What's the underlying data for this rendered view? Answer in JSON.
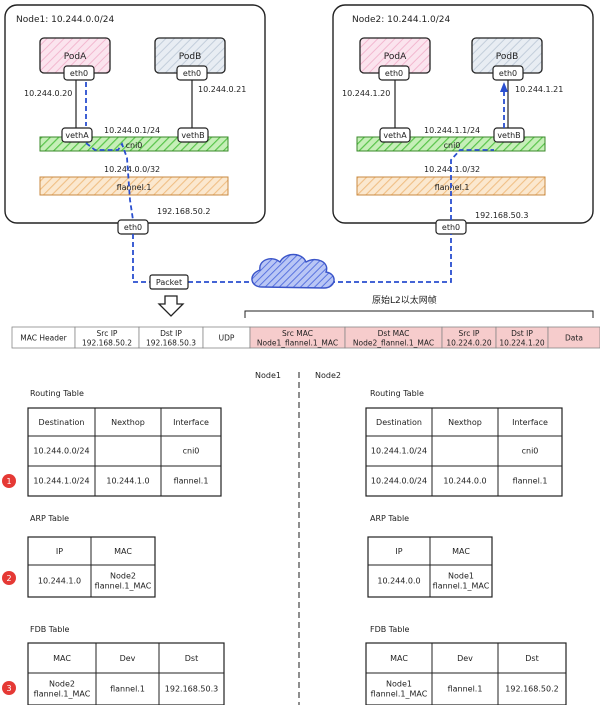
{
  "node1": {
    "title": "Node1: 10.244.0.0/24",
    "podA": "PodA",
    "podB": "PodB",
    "eth0": "eth0",
    "podA_ip": "10.244.0.20",
    "podB_ip": "10.244.0.21",
    "vethA": "vethA",
    "vethB": "vethB",
    "cni0_ip": "10.244.0.1/24",
    "cni0": "cni0",
    "flannel_ip": "10.244.0.0/32",
    "flannel": "flannel.1",
    "host_ip": "192.168.50.2",
    "host_eth0": "eth0"
  },
  "node2": {
    "title": "Node2: 10.244.1.0/24",
    "podA": "PodA",
    "podB": "PodB",
    "eth0": "eth0",
    "podA_ip": "10.244.1.20",
    "podB_ip": "10.244.1.21",
    "vethA": "vethA",
    "vethB": "vethB",
    "cni0_ip": "10.244.1.1/24",
    "cni0": "cni0",
    "flannel_ip": "10.244.1.0/32",
    "flannel": "flannel.1",
    "host_ip": "192.168.50.3",
    "host_eth0": "eth0"
  },
  "packet_label": "Packet",
  "cloud_label": "原始L2以太网帧",
  "packet_header": [
    {
      "lines": [
        "MAC Header"
      ],
      "color": "#ffffff"
    },
    {
      "lines": [
        "Src IP",
        "192.168.50.2"
      ],
      "color": "#ffffff"
    },
    {
      "lines": [
        "Dst IP",
        "192.168.50.3"
      ],
      "color": "#ffffff"
    },
    {
      "lines": [
        "UDP"
      ],
      "color": "#ffffff"
    },
    {
      "lines": [
        "Src MAC",
        "Node1_flannel.1_MAC"
      ],
      "color": "#f6cccc"
    },
    {
      "lines": [
        "Dst MAC",
        "Node2_flannel.1_MAC"
      ],
      "color": "#f6cccc"
    },
    {
      "lines": [
        "Src IP",
        "10.224.0.20"
      ],
      "color": "#f6cccc"
    },
    {
      "lines": [
        "Dst IP",
        "10.224.1.20"
      ],
      "color": "#f6cccc"
    },
    {
      "lines": [
        "Data"
      ],
      "color": "#f6cccc"
    }
  ],
  "section_labels": {
    "node1": "Node1",
    "node2": "Node2"
  },
  "steps": [
    "1",
    "2",
    "3"
  ],
  "tables": {
    "routing": {
      "title": "Routing Table",
      "headers": [
        "Destination",
        "Nexthop",
        "Interface"
      ],
      "node1": [
        [
          "10.244.0.0/24",
          "",
          "cni0"
        ],
        [
          "10.244.1.0/24",
          "10.244.1.0",
          "flannel.1"
        ]
      ],
      "node2": [
        [
          "10.244.1.0/24",
          "",
          "cni0"
        ],
        [
          "10.244.0.0/24",
          "10.244.0.0",
          "flannel.1"
        ]
      ]
    },
    "arp": {
      "title": "ARP Table",
      "headers": [
        "IP",
        "MAC"
      ],
      "node1": [
        [
          "10.244.1.0",
          "Node2\nflannel.1_MAC"
        ]
      ],
      "node2": [
        [
          "10.244.0.0",
          "Node1\nflannel.1_MAC"
        ]
      ]
    },
    "fdb": {
      "title": "FDB Table",
      "headers": [
        "MAC",
        "Dev",
        "Dst"
      ],
      "node1": [
        [
          "Node2\nflannel.1_MAC",
          "flannel.1",
          "192.168.50.3"
        ]
      ],
      "node2": [
        [
          "Node1\nflannel.1_MAC",
          "flannel.1",
          "192.168.50.2"
        ]
      ]
    }
  },
  "colors": {
    "podA": "#f7d4e2",
    "podB": "#d6dde8",
    "cni0": "#7fd66a",
    "flannel": "#f6d3a6",
    "packet_red": "#f6cccc",
    "dashed": "#2a4fcf",
    "cloud": "#6c86e6",
    "badge": "#e53935"
  }
}
